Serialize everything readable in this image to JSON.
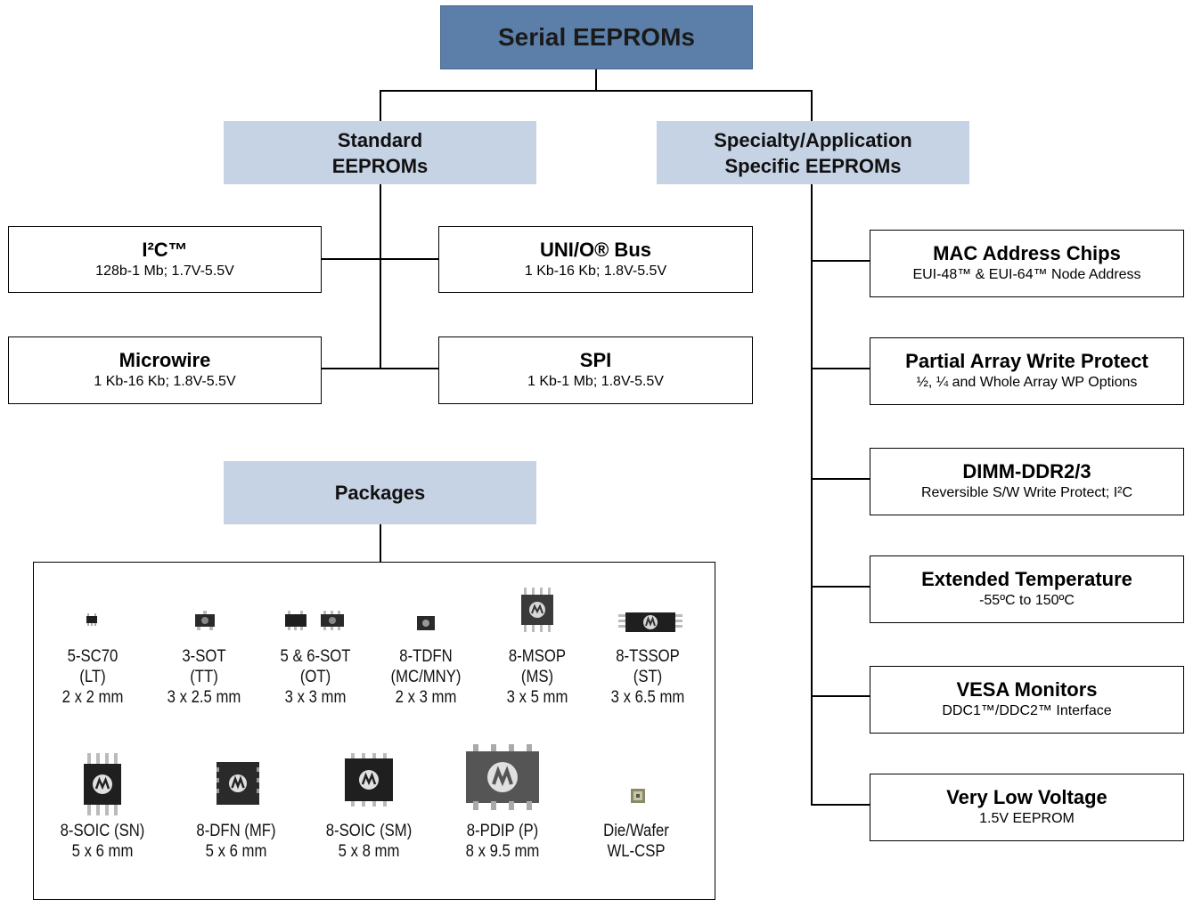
{
  "root": {
    "title": "Serial EEPROMs"
  },
  "categories": {
    "standard": {
      "line1": "Standard",
      "line2": "EEPROMs"
    },
    "specialty": {
      "line1": "Specialty/Application",
      "line2": "Specific EEPROMs"
    },
    "packages": {
      "title": "Packages"
    }
  },
  "standard_items": {
    "i2c": {
      "title": "I²C™",
      "subtitle": "128b-1 Mb; 1.7V-5.5V"
    },
    "unio": {
      "title": "UNI/O® Bus",
      "subtitle": "1 Kb-16 Kb; 1.8V-5.5V"
    },
    "microwire": {
      "title": "Microwire",
      "subtitle": "1 Kb-16 Kb; 1.8V-5.5V"
    },
    "spi": {
      "title": "SPI",
      "subtitle": "1 Kb-1 Mb; 1.8V-5.5V"
    }
  },
  "specialty_items": [
    {
      "title": "MAC Address Chips",
      "subtitle": "EUI-48™ & EUI-64™ Node Address"
    },
    {
      "title": "Partial Array Write Protect",
      "subtitle": "½, ¼ and Whole Array WP Options"
    },
    {
      "title": "DIMM-DDR2/3",
      "subtitle": "Reversible S/W Write Protect; I²C"
    },
    {
      "title": "Extended Temperature",
      "subtitle": "-55ºC to 150ºC"
    },
    {
      "title": "VESA Monitors",
      "subtitle": "DDC1™/DDC2™ Interface"
    },
    {
      "title": "Very Low Voltage",
      "subtitle": "1.5V EEPROM"
    }
  ],
  "packages_row1": [
    {
      "name": "5-SC70",
      "code": "(LT)",
      "size": "2 x 2 mm"
    },
    {
      "name": "3-SOT",
      "code": "(TT)",
      "size": "3 x 2.5 mm"
    },
    {
      "name": "5 & 6-SOT",
      "code": "(OT)",
      "size": "3 x 3 mm"
    },
    {
      "name": "8-TDFN",
      "code": "(MC/MNY)",
      "size": "2 x 3 mm"
    },
    {
      "name": "8-MSOP",
      "code": "(MS)",
      "size": "3 x 5 mm"
    },
    {
      "name": "8-TSSOP",
      "code": "(ST)",
      "size": "3 x 6.5 mm"
    }
  ],
  "packages_row2": [
    {
      "name": "8-SOIC (SN)",
      "size": "5 x 6 mm"
    },
    {
      "name": "8-DFN (MF)",
      "size": "5 x 6 mm"
    },
    {
      "name": "8-SOIC (SM)",
      "size": "5 x 8 mm"
    },
    {
      "name": "8-PDIP (P)",
      "size": "8 x 9.5 mm"
    },
    {
      "name": "Die/Wafer",
      "size": "WL-CSP"
    }
  ],
  "colors": {
    "root_fill": "#5b7fa8",
    "category_fill": "#c6d3e4",
    "chip_body": "#1f1f1f"
  },
  "icons": [
    "microchip-logo-icon",
    "chip-package-icon",
    "die-wafer-icon"
  ]
}
